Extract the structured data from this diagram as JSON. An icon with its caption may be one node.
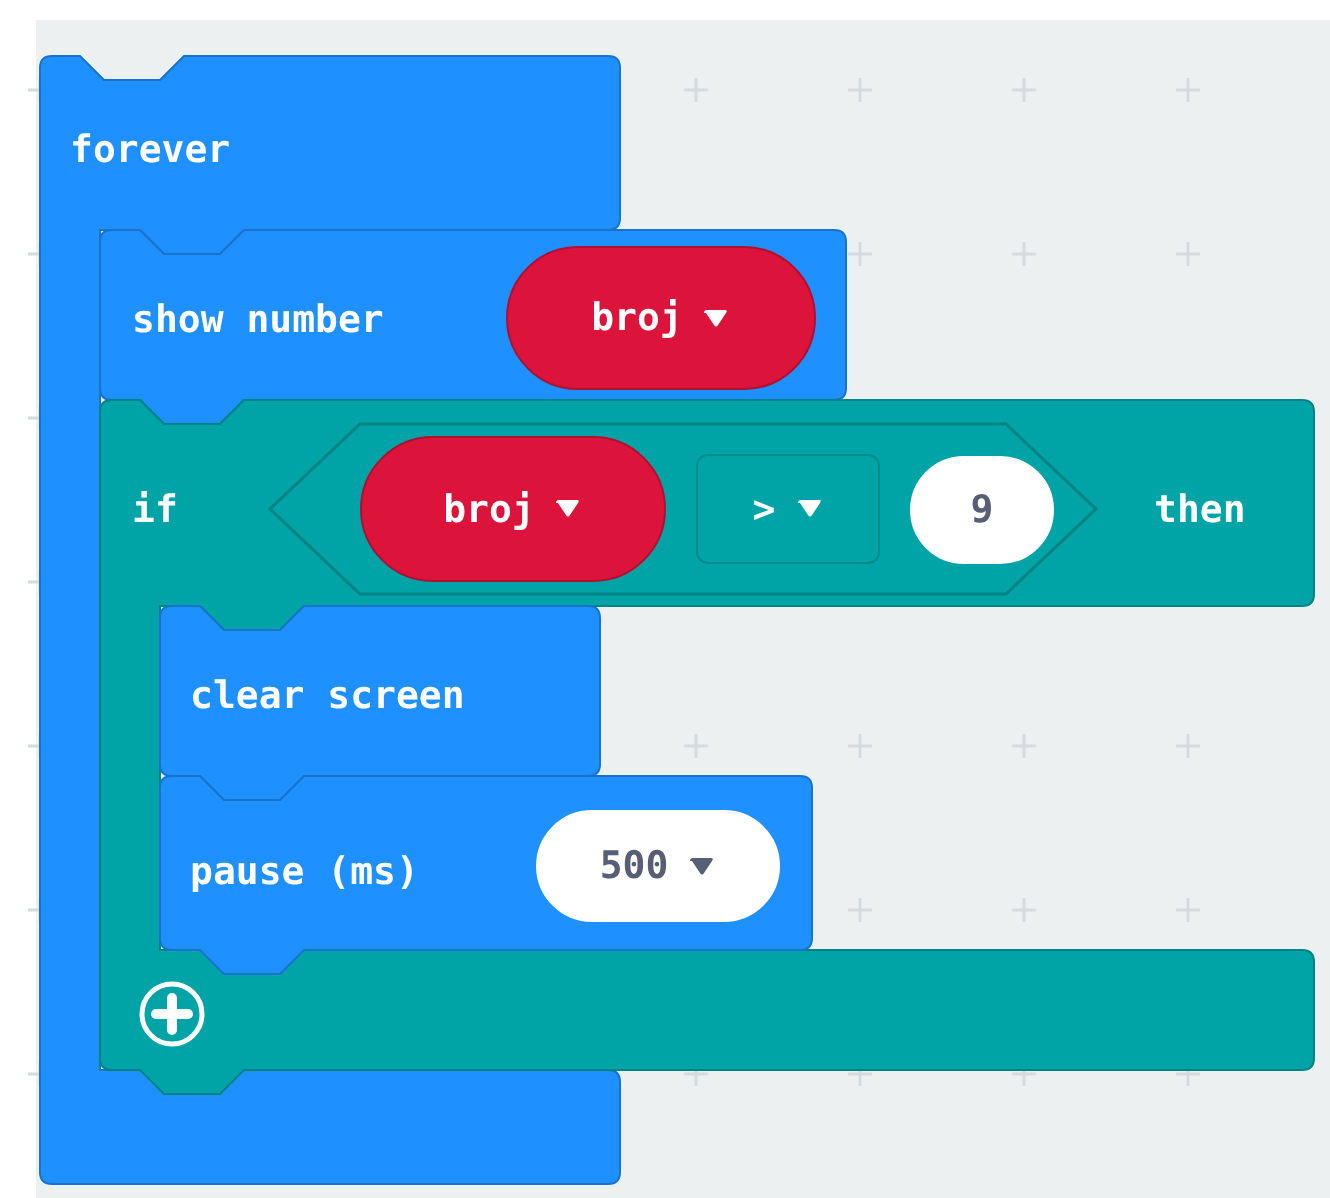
{
  "diagram": {
    "nodes": [
      {
        "text": [
          "forever"
        ]
      },
      {
        "text": [
          "show number"
        ]
      },
      {
        "text": [
          "broj"
        ],
        "in": 1
      },
      {
        "text": [
          "if",
          "then"
        ]
      },
      {
        "text": [],
        "shape": "hexagon",
        "in": 3
      },
      {
        "text": [
          "broj"
        ],
        "in": 4
      },
      {
        "text": [
          ">"
        ],
        "in": 4
      },
      {
        "text": [
          "9"
        ],
        "in": 4
      },
      {
        "text": [
          "clear screen"
        ],
        "in": 3
      },
      {
        "text": [
          "pause (ms)"
        ],
        "in": 3
      },
      {
        "text": [
          "500"
        ],
        "in": 9
      }
    ]
  }
}
